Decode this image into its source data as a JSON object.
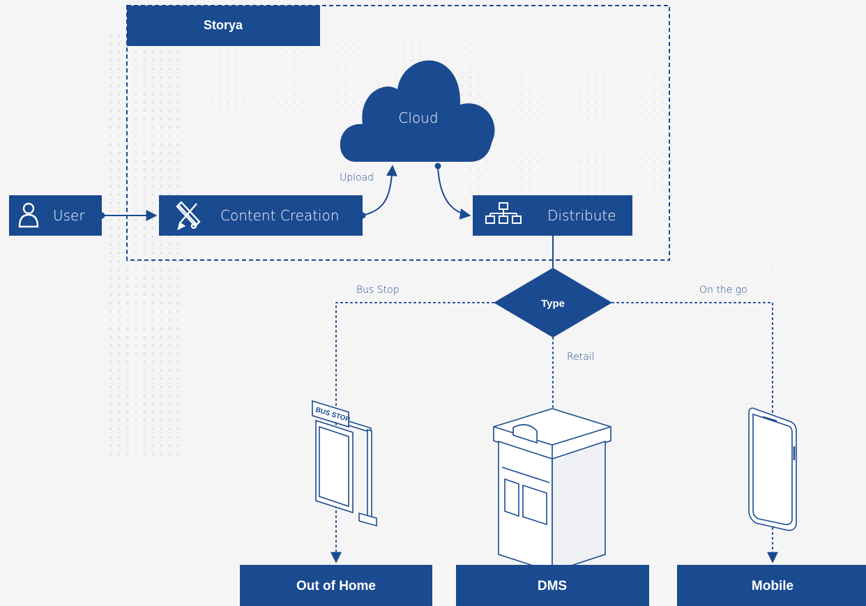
{
  "colors": {
    "primary": "#1a4a90",
    "background": "#f5f5f6",
    "text_on_primary": "#ffffff",
    "dot_pattern": "#c9ccd3"
  },
  "diagram": {
    "group_label": "Storya",
    "nodes": {
      "user": {
        "label": "User",
        "icon": "user-icon"
      },
      "content_creation": {
        "label": "Content Creation",
        "icon": "design-tools-icon"
      },
      "cloud": {
        "label": "Cloud",
        "icon": "cloud-icon"
      },
      "distribute": {
        "label": "Distribute",
        "icon": "hierarchy-icon"
      },
      "type": {
        "label": "Type"
      }
    },
    "edges": {
      "upload": "Upload",
      "bus_stop": "Bus Stop",
      "retail": "Retail",
      "on_the_go": "On the go"
    },
    "outputs": {
      "out_of_home": "Out of Home",
      "dms": "DMS",
      "mobile": "Mobile"
    },
    "illustrations": {
      "bus_stop_sign": "BUS STOP"
    }
  }
}
